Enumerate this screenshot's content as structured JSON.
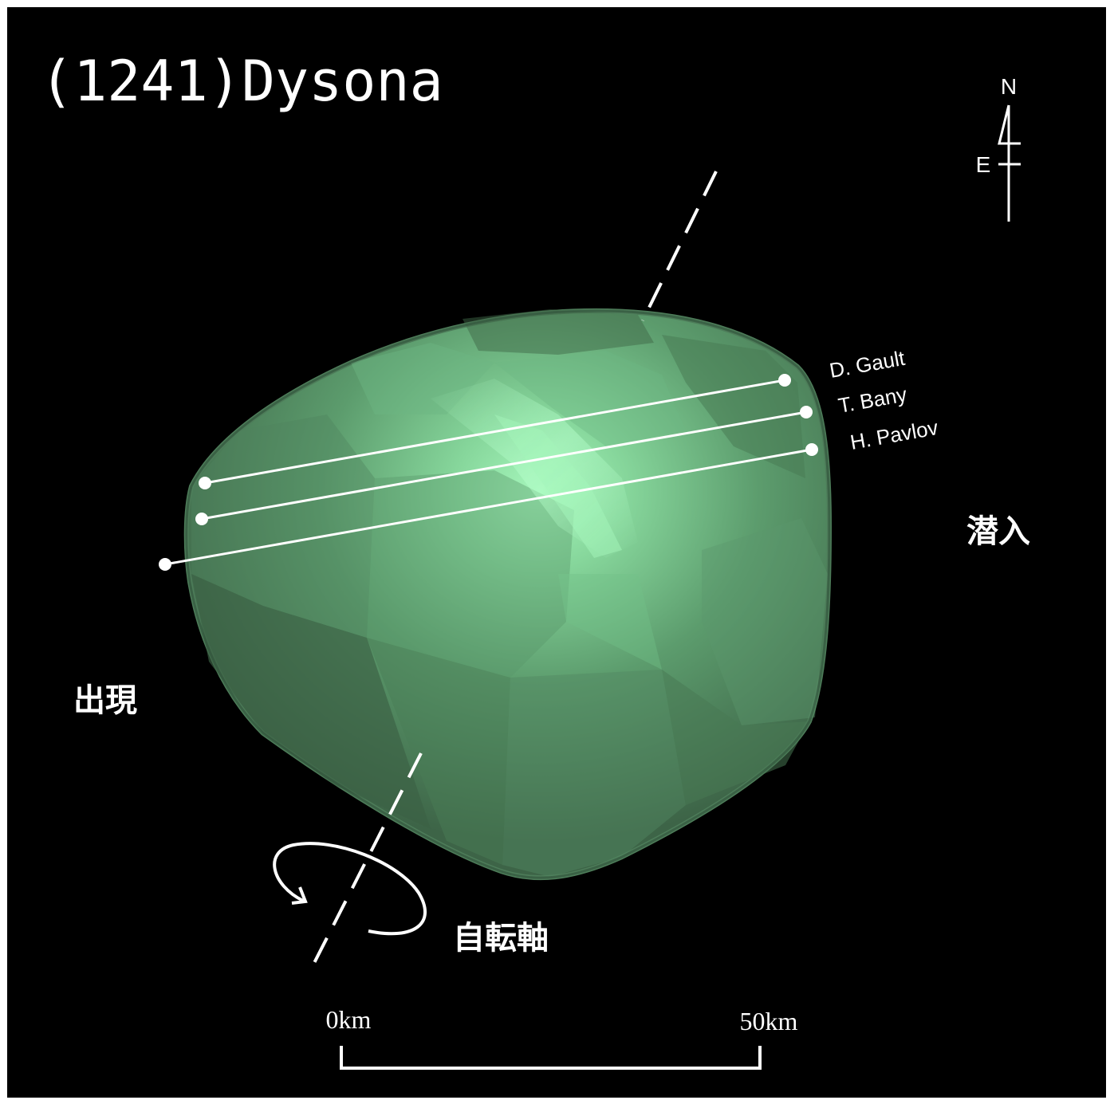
{
  "title": "(1241)Dysona",
  "compass": {
    "north": "N",
    "east": "E"
  },
  "chords": [
    {
      "observer": "D. Gault"
    },
    {
      "observer": "T. Bany"
    },
    {
      "observer": "H. Pavlov"
    }
  ],
  "labels": {
    "disappearance": "潜入",
    "reappearance": "出現",
    "rotation_axis": "自転軸"
  },
  "scale_bar": {
    "start_label": "0km",
    "end_label": "50km"
  },
  "colors": {
    "background": "#000000",
    "asteroid_dark": "#3f6a4a",
    "asteroid_mid": "#5a9a6c",
    "asteroid_light": "#9ff2b6",
    "lines": "#ffffff"
  }
}
